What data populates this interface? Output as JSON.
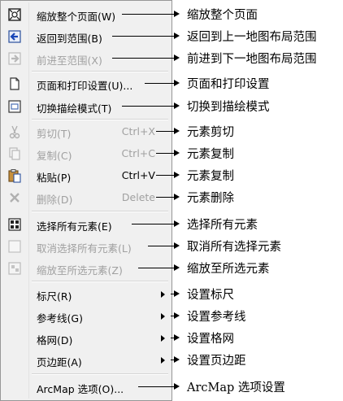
{
  "menu": {
    "items": [
      {
        "label": "缩放整个页面(W)",
        "shortcut": "",
        "enabled": true,
        "submenu": false,
        "icon": "zoom-whole-page-icon"
      },
      {
        "label": "返回到范围(B)",
        "shortcut": "",
        "enabled": true,
        "submenu": false,
        "icon": "back-extent-icon"
      },
      {
        "label": "前进至范围(X)",
        "shortcut": "",
        "enabled": false,
        "submenu": false,
        "icon": "forward-extent-icon"
      },
      {
        "label": "页面和打印设置(U)...",
        "shortcut": "",
        "enabled": true,
        "submenu": false,
        "icon": "page-setup-icon"
      },
      {
        "label": "切换描绘模式(T)",
        "shortcut": "",
        "enabled": true,
        "submenu": false,
        "icon": "toggle-draft-icon"
      },
      {
        "label": "剪切(T)",
        "shortcut": "Ctrl+X",
        "enabled": false,
        "submenu": false,
        "icon": "cut-icon"
      },
      {
        "label": "复制(C)",
        "shortcut": "Ctrl+C",
        "enabled": false,
        "submenu": false,
        "icon": "copy-icon"
      },
      {
        "label": "粘贴(P)",
        "shortcut": "Ctrl+V",
        "enabled": true,
        "submenu": false,
        "icon": "paste-icon"
      },
      {
        "label": "删除(D)",
        "shortcut": "Delete",
        "enabled": false,
        "submenu": false,
        "icon": "delete-icon"
      },
      {
        "label": "选择所有元素(E)",
        "shortcut": "",
        "enabled": true,
        "submenu": false,
        "icon": "select-all-icon"
      },
      {
        "label": "取消选择所有元素(L)",
        "shortcut": "",
        "enabled": false,
        "submenu": false,
        "icon": "unselect-all-icon"
      },
      {
        "label": "缩放至所选元素(Z)",
        "shortcut": "",
        "enabled": false,
        "submenu": false,
        "icon": "zoom-selected-icon"
      },
      {
        "label": "标尺(R)",
        "shortcut": "",
        "enabled": true,
        "submenu": true,
        "icon": ""
      },
      {
        "label": "参考线(G)",
        "shortcut": "",
        "enabled": true,
        "submenu": true,
        "icon": ""
      },
      {
        "label": "格网(D)",
        "shortcut": "",
        "enabled": true,
        "submenu": true,
        "icon": ""
      },
      {
        "label": "页边距(A)",
        "shortcut": "",
        "enabled": true,
        "submenu": true,
        "icon": ""
      },
      {
        "label": "ArcMap 选项(O)...",
        "shortcut": "",
        "enabled": true,
        "submenu": false,
        "icon": ""
      }
    ]
  },
  "annotations": [
    "缩放整个页面",
    "返回到上一地图布局范围",
    "前进到下一地图布局范围",
    "页面和打印设置",
    "切换到描绘模式",
    "元素剪切",
    "元素复制",
    "元素复制",
    "元素删除",
    "选择所有元素",
    "取消所有选择元素",
    "缩放至所选元素",
    "设置标尺",
    "设置参考线",
    "设置格网",
    "设置页边距",
    "ArcMap 选项设置"
  ]
}
